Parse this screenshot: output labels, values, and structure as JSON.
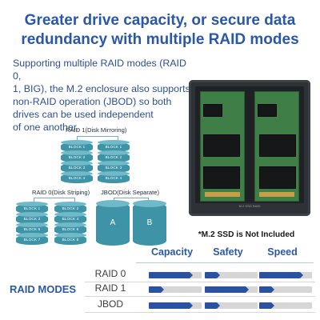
{
  "headline": {
    "line1": "Greater drive capacity, or secure data",
    "line2": "redundancy with multiple RAID modes"
  },
  "intro": {
    "line1": "Supporting multiple RAID modes (RAID 0,",
    "line2": "1, BIG), the M.2 enclosure also supports",
    "line3": "non-RAID operation (JBOD) so both",
    "line4": "drives can be used independent",
    "line5": "of one another."
  },
  "diagrams": {
    "raid1": {
      "label": "RAID 1(Disk Mirroring)",
      "left": [
        "BLOCK 1",
        "BLOCK 2",
        "BLOCK 3",
        "BLOCK 4"
      ],
      "right": [
        "BLOCK 1",
        "BLOCK 2",
        "BLOCK 3",
        "BLOCK 4"
      ]
    },
    "raid0": {
      "label": "RAID 0(Disk Striping)",
      "left": [
        "BLOCK 1",
        "BLOCK 3",
        "BLOCK 5",
        "BLOCK 7"
      ],
      "right": [
        "BLOCK 2",
        "BLOCK 4",
        "BLOCK 6",
        "BLOCK 8"
      ]
    },
    "jbod": {
      "label": "JBOD(Disk Separate)",
      "disk_a": "A",
      "disk_b": "B"
    }
  },
  "device": {
    "model_text": "M.2 SSD RAID",
    "note": "*M.2 SSD is Not Included"
  },
  "table": {
    "section_label": "RAID MODES",
    "headers": {
      "capacity": "Capacity",
      "safety": "Safety",
      "speed": "Speed"
    },
    "rows": [
      {
        "label": "RAID 0",
        "capacity": 0.85,
        "safety": 0.25,
        "speed": 0.85
      },
      {
        "label": "RAID 1",
        "capacity": 0.25,
        "safety": 0.85,
        "speed": 0.25
      },
      {
        "label": "JBOD",
        "capacity": 0.85,
        "safety": 0.25,
        "speed": 0.25
      }
    ]
  },
  "colors": {
    "accent": "#2a58a8",
    "bar_fill": "#2b51a1",
    "bar_empty": "#d6d6d6",
    "disk": "#3e93a6"
  }
}
